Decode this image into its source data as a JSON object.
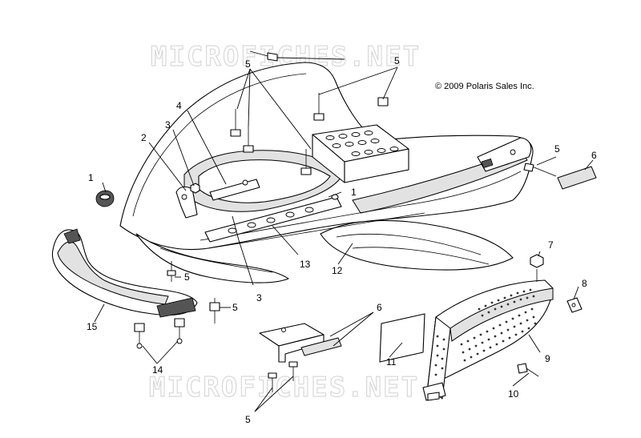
{
  "copyright": "© 2009 Polaris Sales Inc.",
  "watermark": "MICROFICHES.NET",
  "callouts": [
    {
      "id": "c1a",
      "label": "1"
    },
    {
      "id": "c1b",
      "label": "1"
    },
    {
      "id": "c2",
      "label": "2"
    },
    {
      "id": "c3a",
      "label": "3"
    },
    {
      "id": "c3b",
      "label": "3"
    },
    {
      "id": "c4",
      "label": "4"
    },
    {
      "id": "c5a",
      "label": "5"
    },
    {
      "id": "c5b",
      "label": "5"
    },
    {
      "id": "c5c",
      "label": "5"
    },
    {
      "id": "c5d",
      "label": "5"
    },
    {
      "id": "c5e",
      "label": "5"
    },
    {
      "id": "c5f",
      "label": "5"
    },
    {
      "id": "c6a",
      "label": "6"
    },
    {
      "id": "c6b",
      "label": "6"
    },
    {
      "id": "c7",
      "label": "7"
    },
    {
      "id": "c8",
      "label": "8"
    },
    {
      "id": "c9",
      "label": "9"
    },
    {
      "id": "c10",
      "label": "10"
    },
    {
      "id": "c11",
      "label": "11"
    },
    {
      "id": "c12",
      "label": "12"
    },
    {
      "id": "c13",
      "label": "13"
    },
    {
      "id": "c14",
      "label": "14"
    },
    {
      "id": "c15",
      "label": "15"
    }
  ]
}
